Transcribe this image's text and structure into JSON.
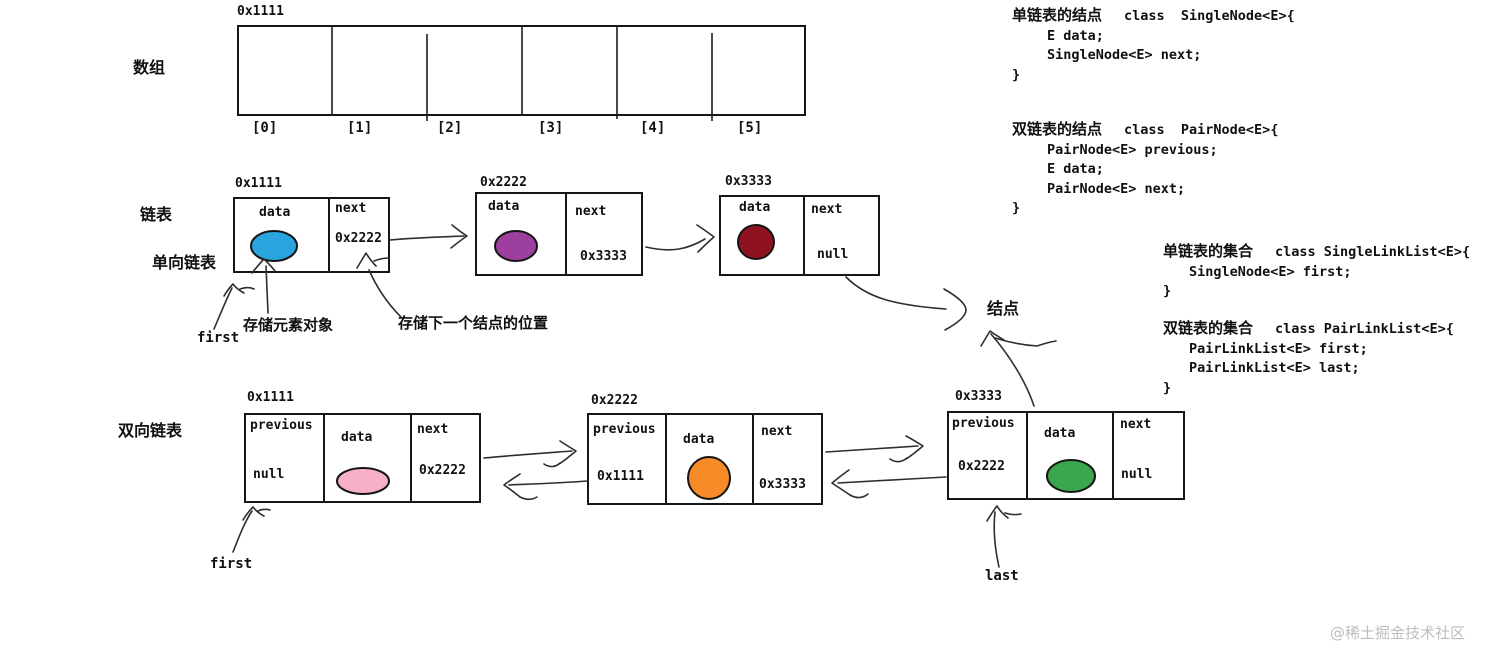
{
  "array": {
    "label": "数组",
    "address": "0x1111",
    "cells": [
      "[0]",
      "[1]",
      "[2]",
      "[3]",
      "[4]",
      "[5]"
    ]
  },
  "singly_list": {
    "group_label": "链表",
    "label": "单向链表",
    "first_label": "first",
    "node_label": "结点",
    "annotation_data": "存储元素对象",
    "annotation_next": "存储下一个结点的位置",
    "nodes": [
      {
        "address": "0x1111",
        "data_label": "data",
        "next_label": "next",
        "next_value": "0x2222",
        "data_color": "#2aa4dc"
      },
      {
        "address": "0x2222",
        "data_label": "data",
        "next_label": "next",
        "next_value": "0x3333",
        "data_color": "#9c3f9e"
      },
      {
        "address": "0x3333",
        "data_label": "data",
        "next_label": "next",
        "next_value": "null",
        "data_color": "#8e1220"
      }
    ]
  },
  "doubly_list": {
    "label": "双向链表",
    "first_label": "first",
    "last_label": "last",
    "nodes": [
      {
        "address": "0x1111",
        "previous_label": "previous",
        "previous_value": "null",
        "data_label": "data",
        "next_label": "next",
        "next_value": "0x2222",
        "data_color": "#f8b0c8"
      },
      {
        "address": "0x2222",
        "previous_label": "previous",
        "previous_value": "0x1111",
        "data_label": "data",
        "next_label": "next",
        "next_value": "0x3333",
        "data_color": "#f68b28"
      },
      {
        "address": "0x3333",
        "previous_label": "previous",
        "previous_value": "0x2222",
        "data_label": "data",
        "next_label": "next",
        "next_value": "null",
        "data_color": "#3aa74c"
      }
    ]
  },
  "code_blocks": [
    {
      "label": "单链表的结点",
      "decl": "class  SingleNode<E>{",
      "members": [
        "E data;",
        "SingleNode<E> next;"
      ],
      "close": "}"
    },
    {
      "label": "双链表的结点",
      "decl": "class  PairNode<E>{",
      "members": [
        "PairNode<E> previous;",
        "E data;",
        "PairNode<E> next;"
      ],
      "close": "}"
    },
    {
      "label": "单链表的集合",
      "decl": "class SingleLinkList<E>{",
      "members": [
        "SingleNode<E> first;"
      ],
      "close": "}"
    },
    {
      "label": "双链表的集合",
      "decl": "class PairLinkList<E>{",
      "members": [
        "PairLinkList<E> first;",
        "PairLinkList<E> last;"
      ],
      "close": "}"
    }
  ],
  "watermark": "@稀土掘金技术社区"
}
